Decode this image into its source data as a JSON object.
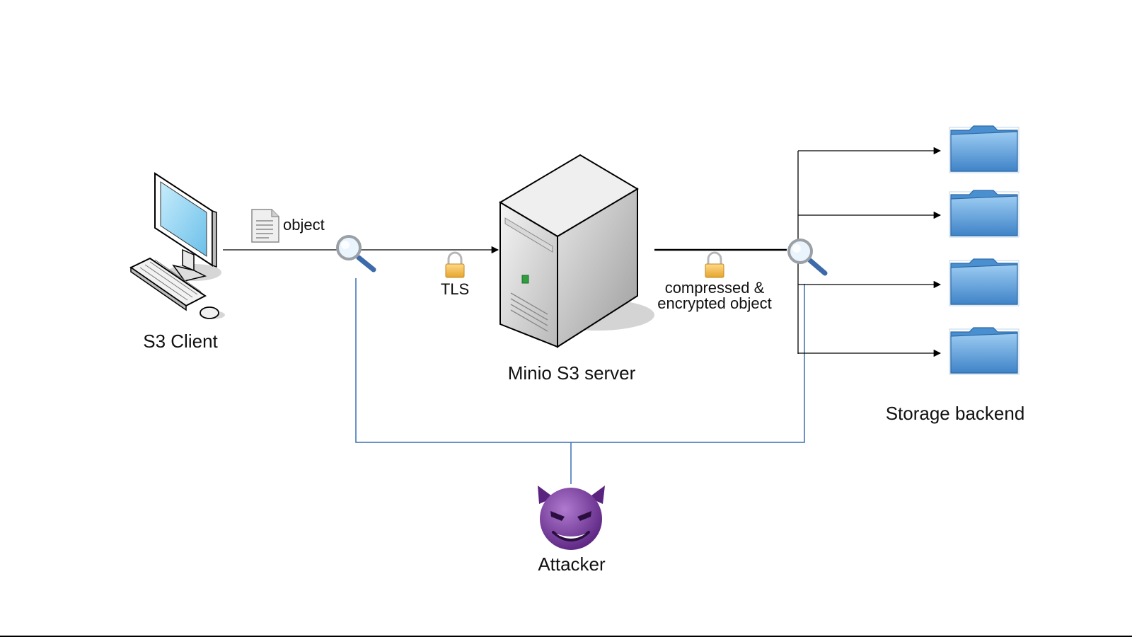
{
  "nodes": {
    "client": {
      "label": "S3 Client",
      "icon": "desktop-computer-icon"
    },
    "server": {
      "label": "Minio S3 server",
      "icon": "server-tower-icon"
    },
    "storage": {
      "label": "Storage backend",
      "icon": "folder-icon",
      "folder_count": 4
    },
    "attacker": {
      "label": "Attacker",
      "icon": "devil-face-icon"
    }
  },
  "edges": {
    "client_to_server": {
      "payload_label": "object",
      "payload_icon": "document-icon",
      "channel_label": "TLS",
      "channel_icon": "padlock-icon",
      "sniffer_icon": "magnifier-icon"
    },
    "server_to_storage": {
      "payload_label_line1": "compressed &",
      "payload_label_line2": "encrypted object",
      "channel_icon": "padlock-icon",
      "sniffer_icon": "magnifier-icon"
    }
  },
  "colors": {
    "tap_line": "#3a6fb3",
    "folder_blue": "#5ea0dc",
    "monitor_screen": "#8fd0f2",
    "attacker_purple": "#7b3fa0"
  }
}
